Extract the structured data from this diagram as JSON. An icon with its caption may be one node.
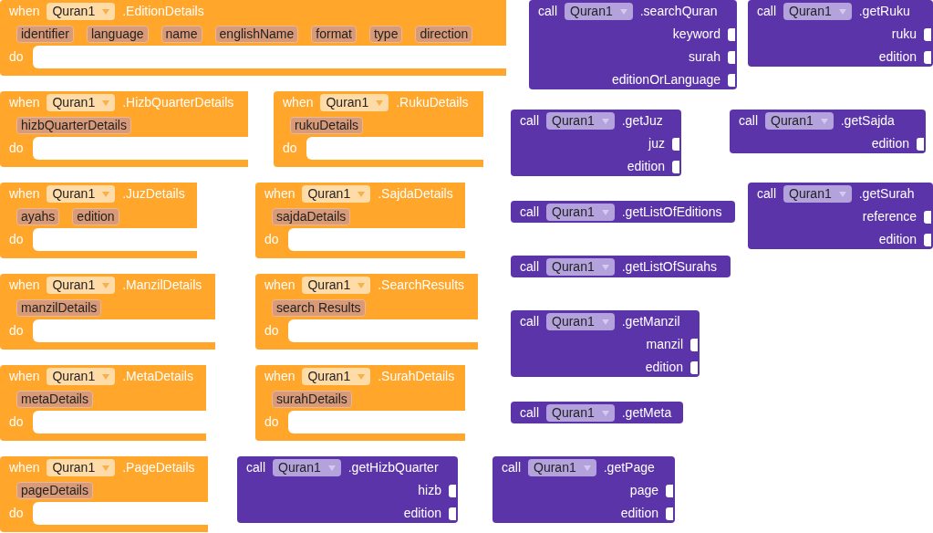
{
  "diagram": {
    "nodes": [
      {
        "text": [
          "when",
          "Quran1",
          ".EditionDetails",
          "identifier",
          "language",
          "name",
          "englishName",
          "format",
          "type",
          "direction",
          "do"
        ]
      },
      {
        "text": [
          "when",
          "Quran1",
          ".HizbQuarterDetails",
          "hizbQuarterDetails",
          "do"
        ]
      },
      {
        "text": [
          "when",
          "Quran1",
          ".RukuDetails",
          "rukuDetails",
          "do"
        ]
      },
      {
        "text": [
          "when",
          "Quran1",
          ".JuzDetails",
          "ayahs",
          "edition",
          "do"
        ]
      },
      {
        "text": [
          "when",
          "Quran1",
          ".SajdaDetails",
          "sajdaDetails",
          "do"
        ]
      },
      {
        "text": [
          "when",
          "Quran1",
          ".ManzilDetails",
          "manzilDetails",
          "do"
        ]
      },
      {
        "text": [
          "when",
          "Quran1",
          ".SearchResults",
          "search Results",
          "do"
        ]
      },
      {
        "text": [
          "when",
          "Quran1",
          ".MetaDetails",
          "metaDetails",
          "do"
        ]
      },
      {
        "text": [
          "when",
          "Quran1",
          ".SurahDetails",
          "surahDetails",
          "do"
        ]
      },
      {
        "text": [
          "when",
          "Quran1",
          ".PageDetails",
          "pageDetails",
          "do"
        ]
      },
      {
        "text": [
          "call",
          "Quran1",
          ".searchQuran",
          "keyword",
          "surah",
          "editionOrLanguage"
        ]
      },
      {
        "text": [
          "call",
          "Quran1",
          ".getRuku",
          "ruku",
          "edition"
        ]
      },
      {
        "text": [
          "call",
          "Quran1",
          ".getJuz",
          "juz",
          "edition"
        ]
      },
      {
        "text": [
          "call",
          "Quran1",
          ".getSajda",
          "edition"
        ]
      },
      {
        "text": [
          "call",
          "Quran1",
          ".getListOfEditions"
        ]
      },
      {
        "text": [
          "call",
          "Quran1",
          ".getSurah",
          "reference",
          "edition"
        ]
      },
      {
        "text": [
          "call",
          "Quran1",
          ".getListOfSurahs"
        ]
      },
      {
        "text": [
          "call",
          "Quran1",
          ".getManzil",
          "manzil",
          "edition"
        ]
      },
      {
        "text": [
          "call",
          "Quran1",
          ".getMeta"
        ]
      },
      {
        "text": [
          "call",
          "Quran1",
          ".getHizbQuarter",
          "hizb",
          "edition"
        ]
      },
      {
        "text": [
          "call",
          "Quran1",
          ".getPage",
          "page",
          "edition"
        ]
      }
    ],
    "edges": []
  }
}
